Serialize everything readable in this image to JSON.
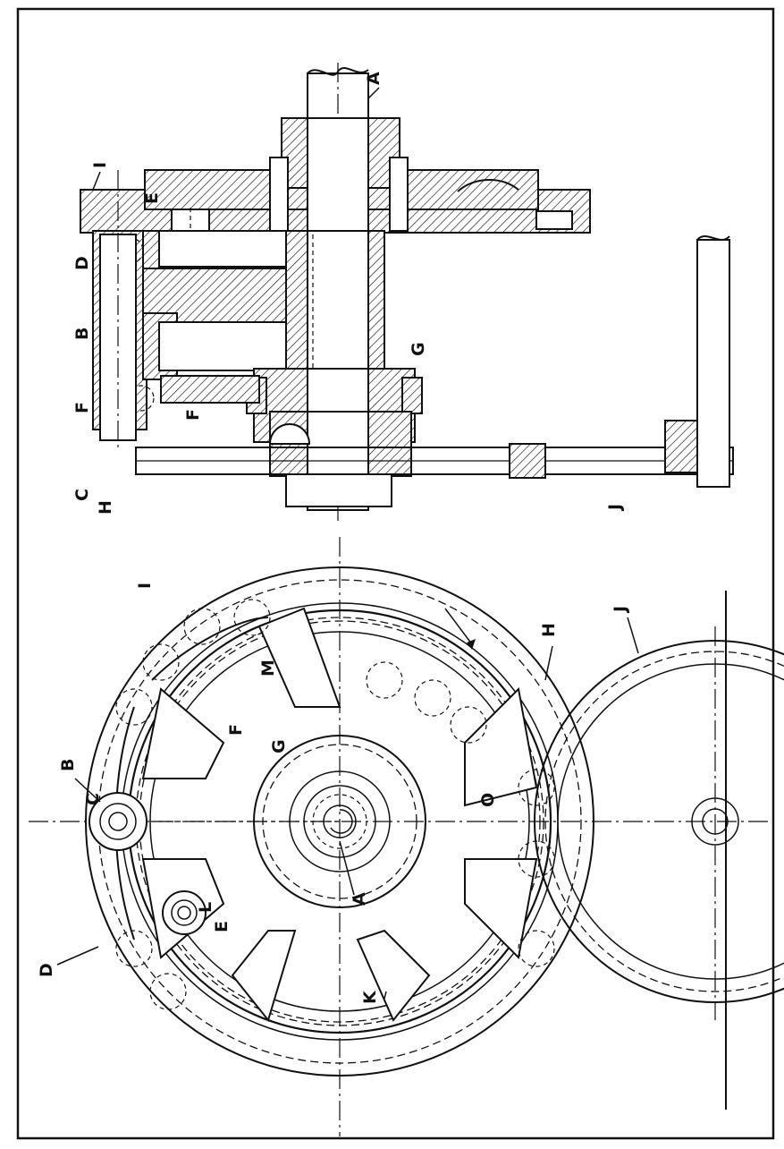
{
  "figure": {
    "labels": {
      "A": "A",
      "B": "B",
      "C": "C",
      "D": "D",
      "E": "E",
      "F": "F",
      "G": "G",
      "H": "H",
      "I": "I",
      "J": "J",
      "K": "K",
      "L": "L",
      "M": "M",
      "O": "O"
    }
  }
}
